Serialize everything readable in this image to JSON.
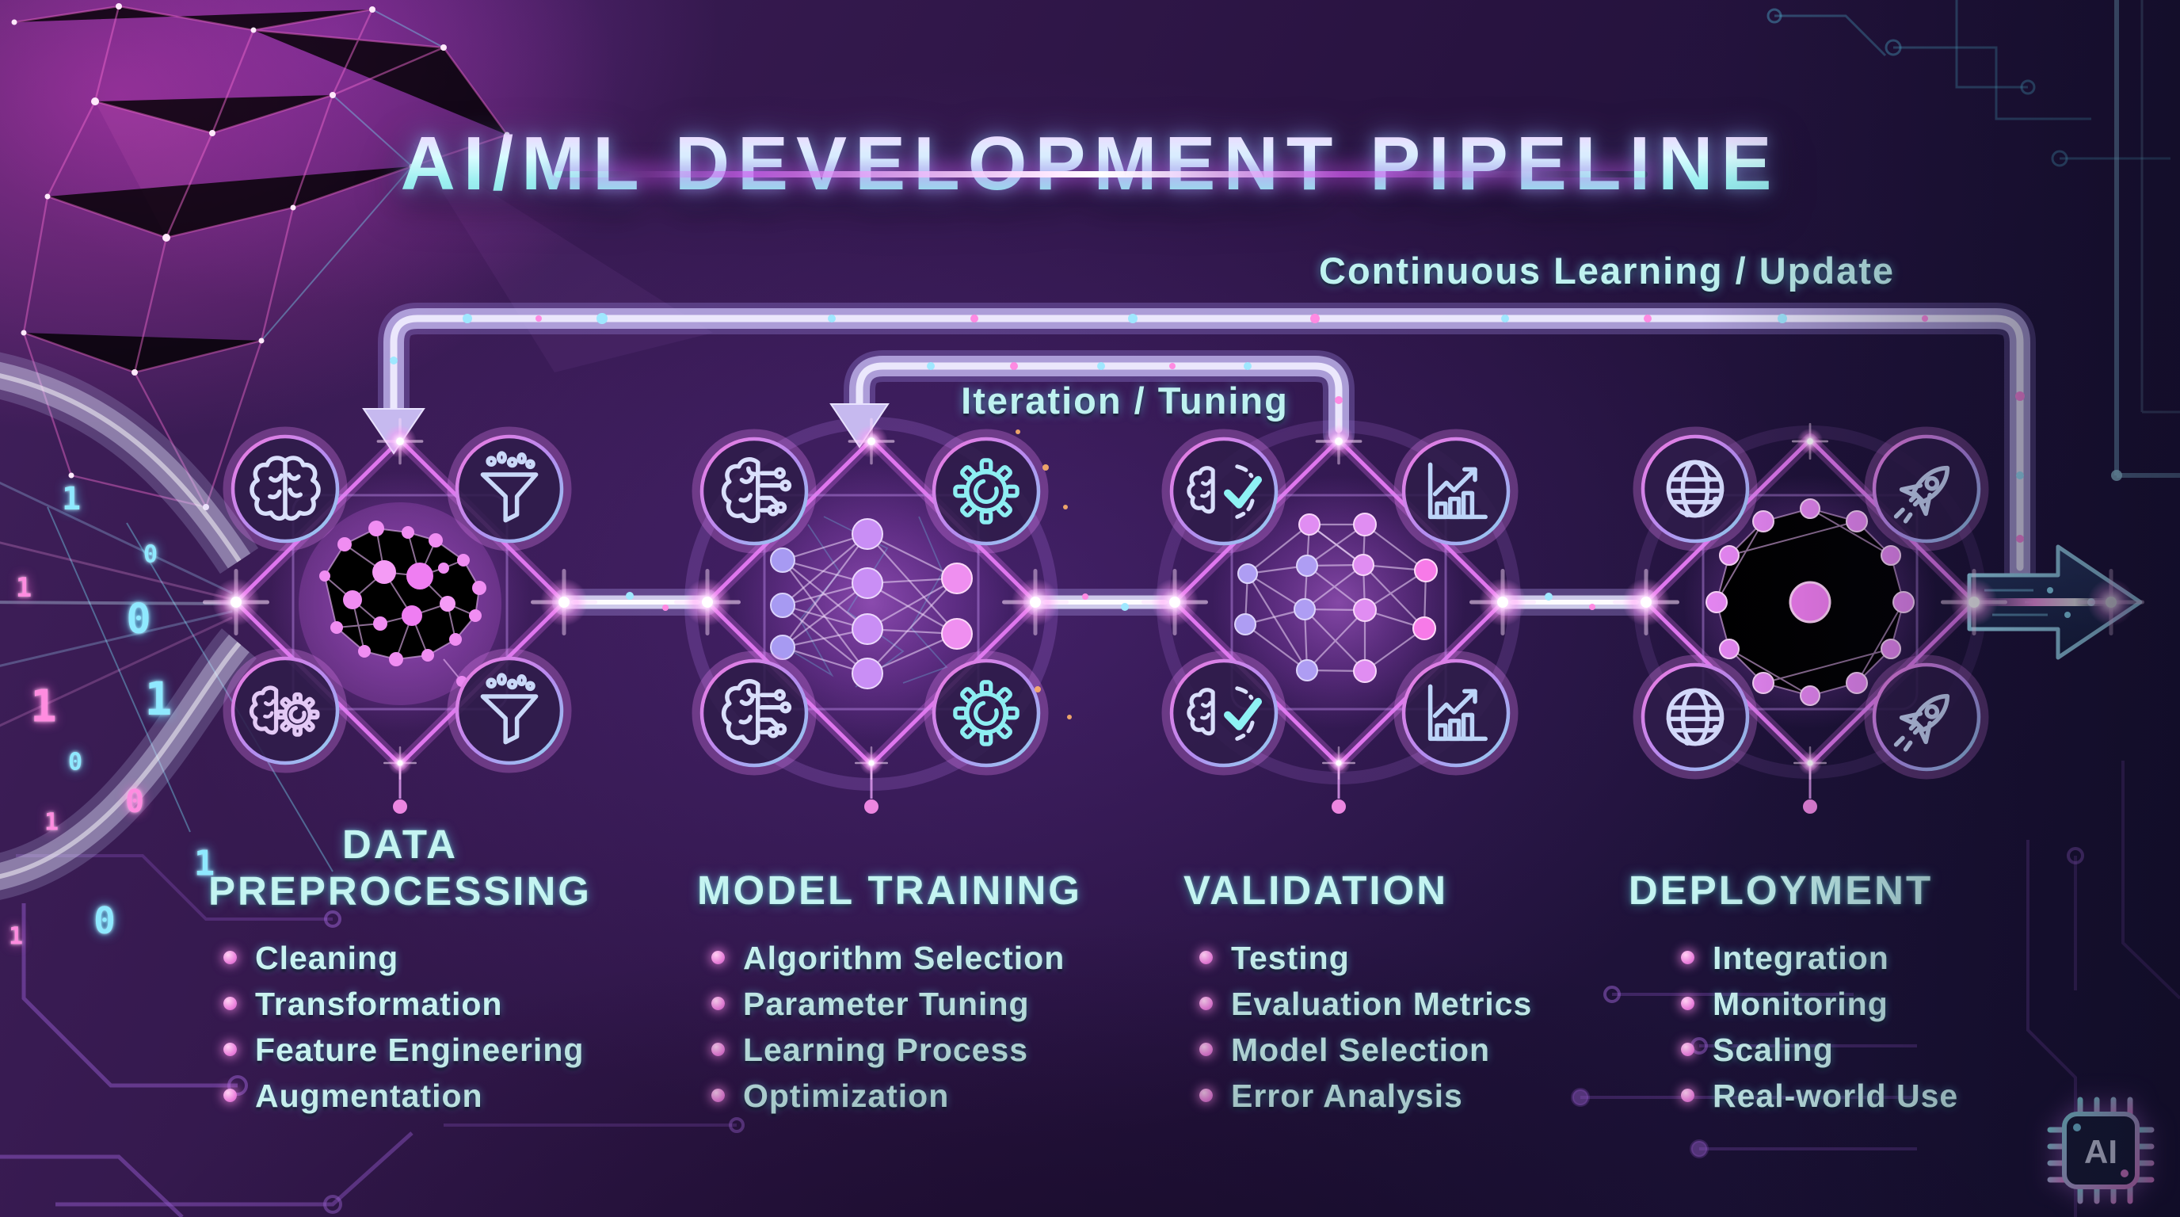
{
  "title": "AI/ML DEVELOPMENT PIPELINE",
  "loops": {
    "continuous_label": "Continuous Learning / Update",
    "iteration_label": "Iteration / Tuning"
  },
  "stages": [
    {
      "title": "DATA PREPROCESSING",
      "bullets": [
        "Cleaning",
        "Transformation",
        "Feature Engineering",
        "Augmentation"
      ],
      "satellite_icons": [
        "brain-icon",
        "funnel-icon",
        "brain-gear-icon",
        "funnel-icon"
      ],
      "center_motif": "glowing-network-brain"
    },
    {
      "title": "MODEL TRAINING",
      "bullets": [
        "Algorithm Selection",
        "Parameter Tuning",
        "Learning Process",
        "Optimization"
      ],
      "satellite_icons": [
        "brain-circuit-icon",
        "gear-icon",
        "brain-circuit-icon",
        "gear-icon"
      ],
      "center_motif": "neural-network-layers"
    },
    {
      "title": "VALIDATION",
      "bullets": [
        "Testing",
        "Evaluation Metrics",
        "Model Selection",
        "Error Analysis"
      ],
      "satellite_icons": [
        "brain-check-icon",
        "bar-chart-icon",
        "brain-check-icon",
        "bar-chart-icon"
      ],
      "center_motif": "connected-graph"
    },
    {
      "title": "DEPLOYMENT",
      "bullets": [
        "Integration",
        "Monitoring",
        "Scaling",
        "Real-world Use"
      ],
      "satellite_icons": [
        "globe-icon",
        "rocket-icon",
        "globe-icon",
        "rocket-icon"
      ],
      "center_motif": "hub-spoke-network"
    }
  ],
  "input_stream": {
    "digits": [
      "1",
      "0",
      "1",
      "0",
      "1",
      "1",
      "0",
      "1",
      "0",
      "1",
      "0",
      "1"
    ]
  },
  "badge": {
    "label": "AI"
  },
  "colors": {
    "accent_cyan": "#8fe9f2",
    "accent_pink": "#f07ae0",
    "accent_violet": "#b7a6ea",
    "text_cyan": "#c2f3f1",
    "bullet_pink": "#ec83dd",
    "background": "#2a1342"
  }
}
